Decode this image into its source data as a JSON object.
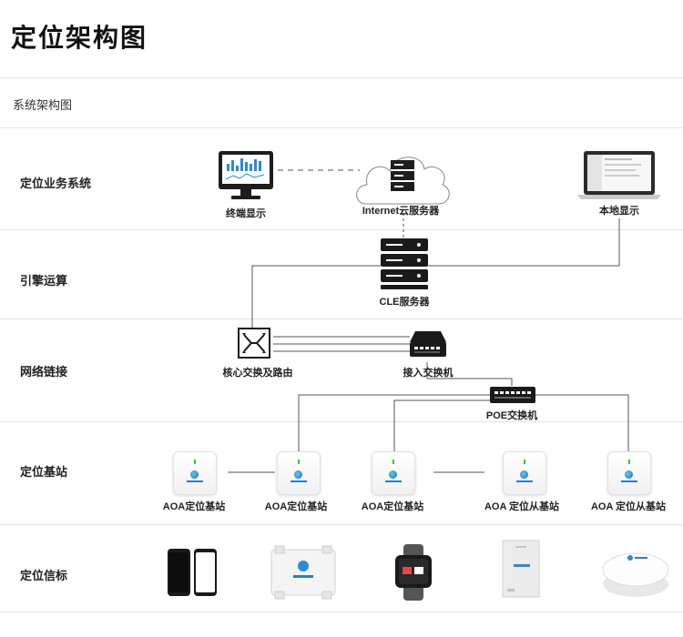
{
  "page_title": "定位架构图",
  "section_title": "系统架构图",
  "rows": {
    "business": "定位业务系统",
    "engine": "引擎运算",
    "network": "网络链接",
    "station": "定位基站",
    "beacon": "定位信标"
  },
  "nodes": {
    "terminal_display": "终端显示",
    "internet_server": "Internet云服务器",
    "local_display": "本地显示",
    "cle_server": "CLE服务器",
    "core_switch": "核心交换及路由",
    "access_switch": "接入交换机",
    "poe_switch": "POE交换机",
    "base_stations": [
      "AOA定位基站",
      "AOA定位基站",
      "AOA定位基站",
      "AOA 定位从基站",
      "AOA 定位从基站"
    ]
  },
  "colors": {
    "line": "#555555",
    "dark_device": "#1a1a1a",
    "divider": "#e3e3e3",
    "accent_blue": "#2a8bd6"
  },
  "icons": {
    "terminal": "monitor-chart-icon",
    "cloud": "cloud-server-icon",
    "laptop": "laptop-icon",
    "server": "server-rack-icon",
    "core_switch": "router-switch-icon",
    "access_switch": "network-switch-icon",
    "poe_switch": "poe-switch-icon",
    "base_station": "ap-device-icon",
    "phones": "smartphone-icon",
    "tag": "asset-tag-icon",
    "watch": "smartwatch-icon",
    "card": "badge-card-icon",
    "beacon": "round-beacon-icon"
  }
}
